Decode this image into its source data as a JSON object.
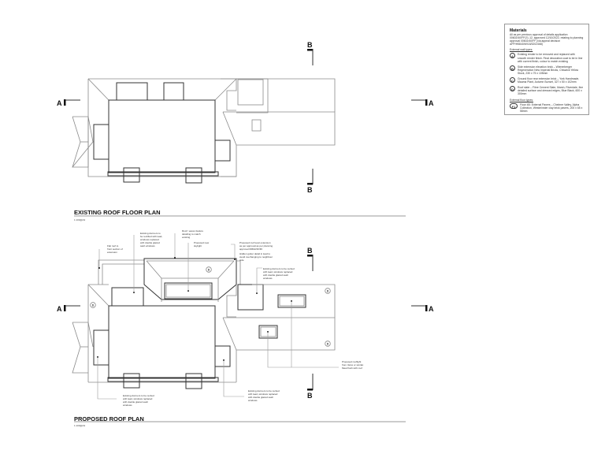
{
  "existing_plan": {
    "title": "EXISTING ROOF FLOOR PLAN",
    "scale": "1:100@A3"
  },
  "proposed_plan": {
    "title": "PROPOSED ROOF PLAN",
    "scale": "1:100@A3",
    "notes": {
      "flat_roof": [
        "Flat roof to",
        "front section of",
        "extension"
      ],
      "dormers_top": [
        "Existing dormers to",
        "be rectified with lead,",
        "windows replaced",
        "with double glazed",
        "sash windows"
      ],
      "eaves": [
        "Roof / eaves feature",
        "detailing to match",
        "existing"
      ],
      "skylight": [
        "Proposed new",
        "skylight"
      ],
      "roof_level": [
        "Proposed roof level extension",
        "as per approval as per planning",
        "approval 00602/40/FF"
      ],
      "gutter": [
        "Hidden gutter detail in lead to",
        "avoid overhanging to neighbour",
        "side"
      ],
      "dormers_right": [
        "Existing dormers to be rectied",
        "with lead, windows replaced",
        "with double glazed sash",
        "windows"
      ],
      "rooflight": [
        "Proposed rooflight",
        "from Velux or similar.",
        "Meal flush with roof"
      ],
      "dormers_bottom_left": [
        "Existing dormers to be rectied",
        "with lead, windows replaced",
        "with double glazed sash",
        "windows"
      ],
      "dormers_bottom_right": [
        "Existing dormers to be rectied",
        "with lead, windows replaced",
        "with double glazed sash",
        "windows"
      ]
    },
    "tag": "D"
  },
  "section_markers": {
    "a": "A",
    "b": "B"
  },
  "materials": {
    "title": "Materials",
    "intro": "All as per previous approval of details application 00602/40/FF/21-12, approved 12/10/2022, relating to planning approval 00602/40/FF (via appeal decision APP/H5840/W/18/3202468)",
    "walls_heading": "External wall types:",
    "walls": [
      {
        "key": "A",
        "text": "Existing render to be removed and replaced with smooth render finish. Final decoration coat to be in line with current finish, colour to match existing"
      },
      {
        "key": "B",
        "text": "Side extension elevation brick – Wienerberger Regeneration New Imperial Bricks, Chiswick Yellow Stock, 230 x 75 x 105mm"
      },
      {
        "key": "C",
        "text": "Ground floor rear extension brick – York Handmade, Mauma Plant, Autumn Sunset, 327 x 50 x 102mm"
      },
      {
        "key": "D",
        "text": "Roof slate – Fibre Cement Slate, Marsh, Riverdale, fine detailed surface and dressed edges, Blue Black, 600 x 300mm"
      }
    ],
    "floors_heading": "External floor types:",
    "floors": [
      {
        "key": "F1",
        "text": "Floor 4B: External Pavers – Chelmer Valley, Alpha Collection, Westminster clay brick pavers, 200 x 65 x 58mm"
      }
    ]
  }
}
